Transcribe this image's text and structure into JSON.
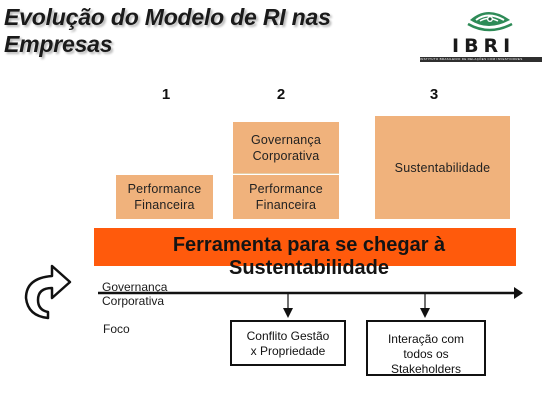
{
  "slide": {
    "title_line1": "Evolução do Modelo de RI nas",
    "title_line2": "Empresas",
    "logo": {
      "name": "IBRI",
      "tagline": "INSTITUTO BRASILEIRO DE RELAÇÕES COM INVESTIDORES"
    },
    "columns": [
      {
        "number": "1"
      },
      {
        "number": "2"
      },
      {
        "number": "3"
      }
    ],
    "boxes": {
      "col1_bottom_line1": "Performance",
      "col1_bottom_line2": "Financeira",
      "col2_top_line1": "Governança",
      "col2_top_line2": "Corporativa",
      "col2_bottom_line1": "Performance",
      "col2_bottom_line2": "Financeira",
      "col3": "Sustentabilidade"
    },
    "banner": {
      "line1": "Ferramenta para se chegar à",
      "line2": "Sustentabilidade"
    },
    "axis_labels": {
      "governanca_line1": "Governança",
      "governanca_line2": "Corporativa",
      "foco": "Foco"
    },
    "outcomes": {
      "conflito_line1": "Conflito Gestão",
      "conflito_line2": "x Propriedade",
      "interacao_line1": "Interação com",
      "interacao_line2": "todos os",
      "interacao_line3": "Stakeholders"
    },
    "colors": {
      "box_fill": "#f0b27c",
      "banner_fill": "#ff5a0c",
      "logo_green": "#2e8b57"
    },
    "icons": [
      "eye-logo-icon",
      "curved-return-arrow-icon",
      "timeline-arrow-icon",
      "down-arrow-icon"
    ]
  }
}
